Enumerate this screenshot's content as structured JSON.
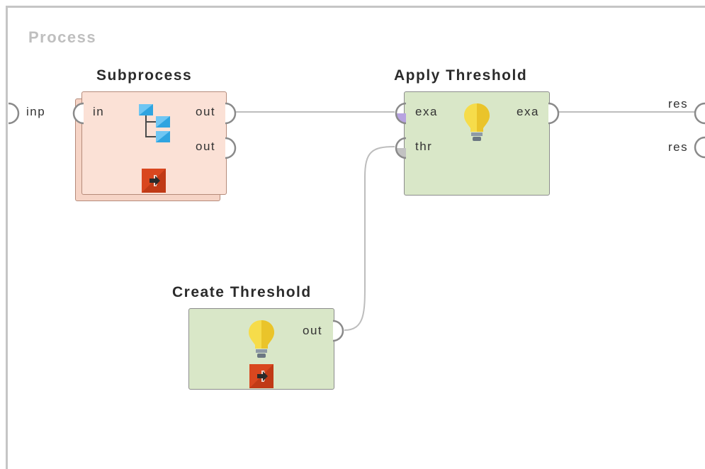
{
  "process": {
    "title": "Process",
    "input_port_label": "inp",
    "result_ports": [
      {
        "label": "res"
      },
      {
        "label": "res"
      }
    ]
  },
  "operators": {
    "subprocess": {
      "title": "Subprocess",
      "in_port": "in",
      "out_ports": [
        "out",
        "out"
      ],
      "icon": "subprocess-tree-icon",
      "badge_icon": "subprocess-enter-icon",
      "color": "#fbe1d6"
    },
    "apply_threshold": {
      "title": "Apply Threshold",
      "in_ports": [
        "exa",
        "thr"
      ],
      "out_port": "exa",
      "icon": "lightbulb-icon",
      "color": "#d9e7c8"
    },
    "create_threshold": {
      "title": "Create Threshold",
      "out_port": "out",
      "icon": "lightbulb-icon",
      "badge_icon": "subprocess-enter-icon",
      "color": "#d9e7c8"
    }
  },
  "colors": {
    "wire": "#bdbdbd",
    "port_stroke": "#8a8a8a",
    "example_set_port": "#b7a3e0",
    "threshold_port": "#c2c2c2",
    "badge": "#d9471f",
    "bulb_yellow": "#f6dc4a",
    "subprocess_blue": "#2fa4e0"
  }
}
